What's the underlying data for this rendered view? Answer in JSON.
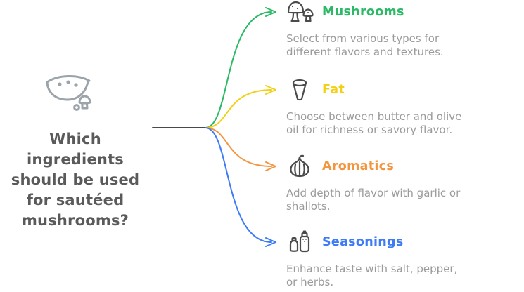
{
  "question": {
    "icon": "soup-bowl-mushrooms-icon",
    "text": "Which ingredients should be used for sautéed mushrooms?",
    "color": "#5a5a5a"
  },
  "palette": {
    "description_text": "#9b9b9b",
    "icon_stroke": "#4b4b4b",
    "question_icon_stroke": "#9ba3ab"
  },
  "connector": {
    "color": "#4a4a4a"
  },
  "branches": [
    {
      "id": "mushrooms",
      "icon": "mushrooms-icon",
      "title": "Mushrooms",
      "color": "#2bb966",
      "description": "Select from various types for different flavors and textures."
    },
    {
      "id": "fat",
      "icon": "fat-cone-icon",
      "title": "Fat",
      "color": "#f2d013",
      "description": "Choose between butter and olive oil for richness or savory flavor."
    },
    {
      "id": "aromatics",
      "icon": "garlic-icon",
      "title": "Aromatics",
      "color": "#f2953f",
      "description": "Add depth of flavor with garlic or shallots."
    },
    {
      "id": "seasonings",
      "icon": "salt-pepper-shakers-icon",
      "title": "Seasonings",
      "color": "#3e7bf7",
      "description": "Enhance taste with salt, pepper, or herbs."
    }
  ]
}
